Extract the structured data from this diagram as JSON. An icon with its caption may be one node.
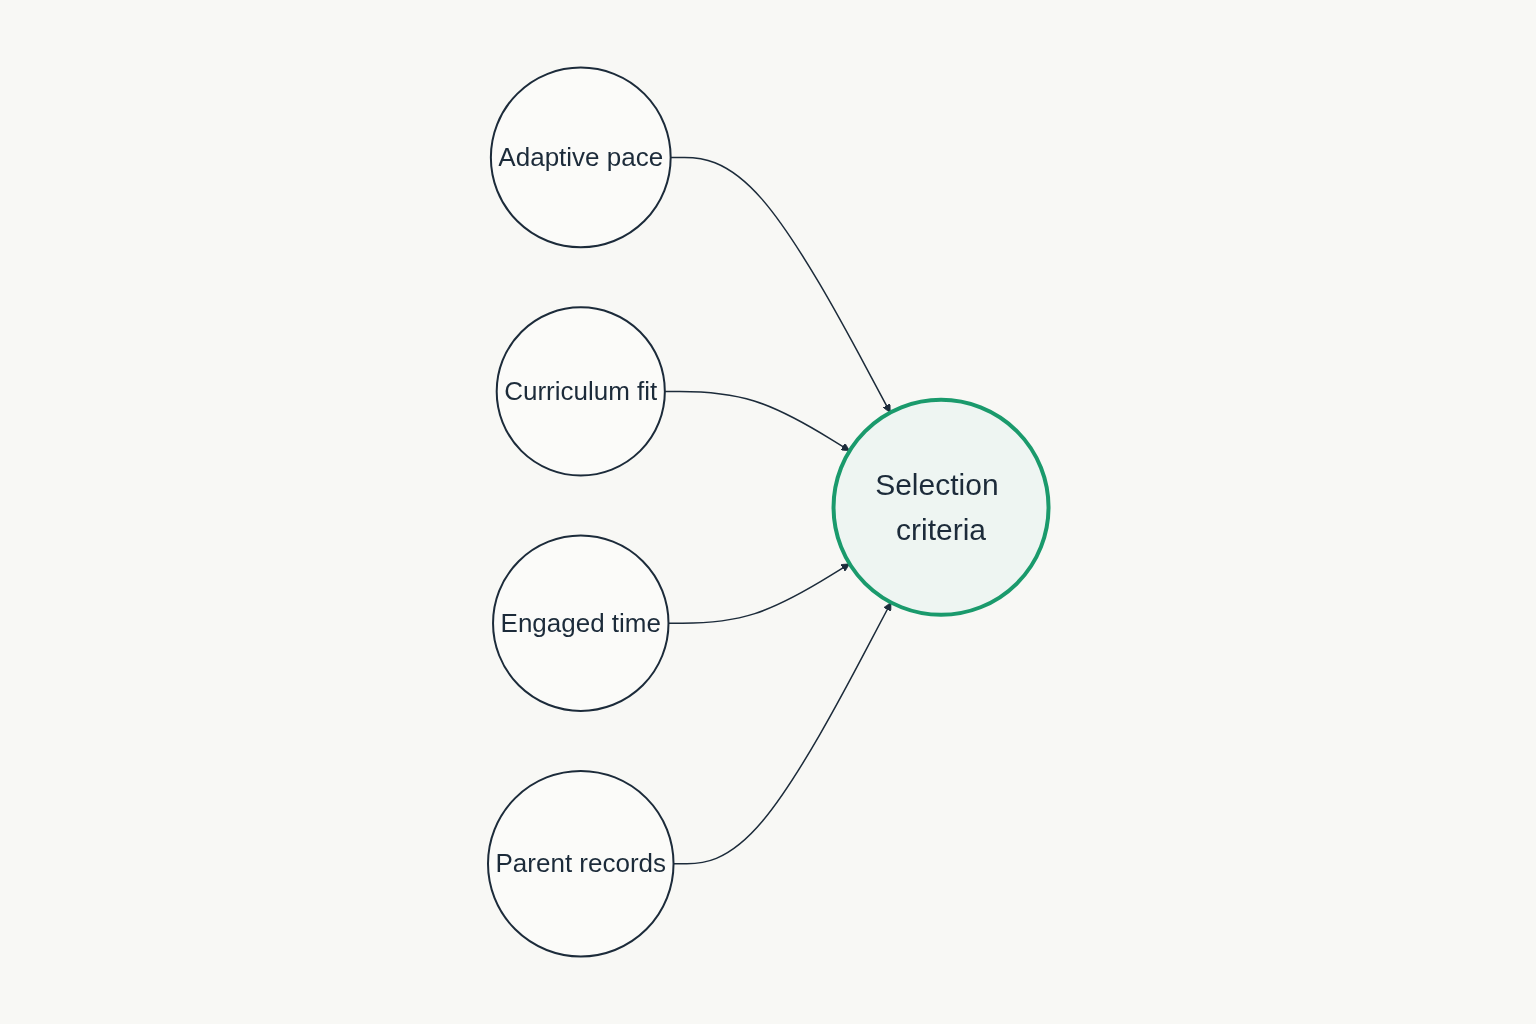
{
  "diagram": {
    "nodes": [
      {
        "text": [
          "Adaptive pace"
        ]
      },
      {
        "text": [
          "Curriculum fit"
        ]
      },
      {
        "text": [
          "Selection criteria"
        ]
      },
      {
        "text": [
          "Engaged time"
        ]
      },
      {
        "text": [
          "Parent records"
        ]
      }
    ],
    "edges": [
      {
        "from": 0,
        "to": 2,
        "arrow": "to"
      },
      {
        "from": 1,
        "to": 2,
        "arrow": "to"
      },
      {
        "from": 3,
        "to": 2,
        "arrow": "to"
      },
      {
        "from": 4,
        "to": 2,
        "arrow": "to"
      }
    ]
  }
}
